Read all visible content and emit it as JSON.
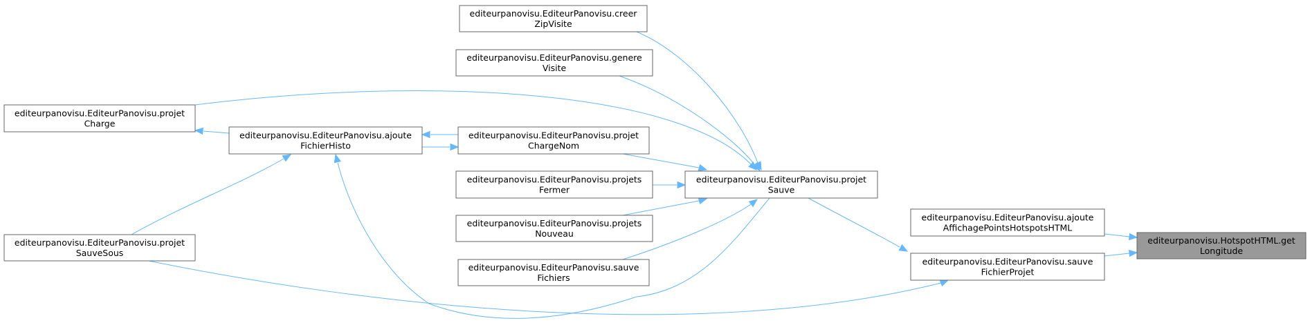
{
  "graph": {
    "nodes": [
      {
        "id": "getLongitude",
        "line1": "editeurpanovisu.HotspotHTML.get",
        "line2": "Longitude",
        "highlight": true
      },
      {
        "id": "ajouteAffichage",
        "line1": "editeurpanovisu.EditeurPanovisu.ajoute",
        "line2": "AffichagePointsHotspotsHTML",
        "highlight": false
      },
      {
        "id": "sauveFichierProjet",
        "line1": "editeurpanovisu.EditeurPanovisu.sauve",
        "line2": "FichierProjet",
        "highlight": false
      },
      {
        "id": "projetSauve",
        "line1": "editeurpanovisu.EditeurPanovisu.projet",
        "line2": "Sauve",
        "highlight": false
      },
      {
        "id": "creerZipVisite",
        "line1": "editeurpanovisu.EditeurPanovisu.creer",
        "line2": "ZipVisite",
        "highlight": false
      },
      {
        "id": "genereVisite",
        "line1": "editeurpanovisu.EditeurPanovisu.genere",
        "line2": "Visite",
        "highlight": false
      },
      {
        "id": "projetChargeNom",
        "line1": "editeurpanovisu.EditeurPanovisu.projet",
        "line2": "ChargeNom",
        "highlight": false
      },
      {
        "id": "projetsFermer",
        "line1": "editeurpanovisu.EditeurPanovisu.projets",
        "line2": "Fermer",
        "highlight": false
      },
      {
        "id": "projetsNouveau",
        "line1": "editeurpanovisu.EditeurPanovisu.projets",
        "line2": "Nouveau",
        "highlight": false
      },
      {
        "id": "sauveFichiers",
        "line1": "editeurpanovisu.EditeurPanovisu.sauve",
        "line2": "Fichiers",
        "highlight": false
      },
      {
        "id": "ajouteFichierHisto",
        "line1": "editeurpanovisu.EditeurPanovisu.ajoute",
        "line2": "FichierHisto",
        "highlight": false
      },
      {
        "id": "projetCharge",
        "line1": "editeurpanovisu.EditeurPanovisu.projet",
        "line2": "Charge",
        "highlight": false
      },
      {
        "id": "projetSauveSous",
        "line1": "editeurpanovisu.EditeurPanovisu.projet",
        "line2": "SauveSous",
        "highlight": false
      }
    ],
    "edges": [
      {
        "from": "ajouteAffichage",
        "to": "getLongitude"
      },
      {
        "from": "sauveFichierProjet",
        "to": "getLongitude"
      },
      {
        "from": "projetSauve",
        "to": "sauveFichierProjet"
      },
      {
        "from": "projetSauveSous",
        "to": "sauveFichierProjet"
      },
      {
        "from": "creerZipVisite",
        "to": "projetSauve"
      },
      {
        "from": "genereVisite",
        "to": "projetSauve"
      },
      {
        "from": "projetCharge",
        "to": "projetSauve"
      },
      {
        "from": "projetChargeNom",
        "to": "projetSauve"
      },
      {
        "from": "projetsFermer",
        "to": "projetSauve"
      },
      {
        "from": "projetsNouveau",
        "to": "projetSauve"
      },
      {
        "from": "sauveFichiers",
        "to": "projetSauve"
      },
      {
        "from": "projetSauve",
        "to": "ajouteFichierHisto"
      },
      {
        "from": "projetChargeNom",
        "to": "ajouteFichierHisto"
      },
      {
        "from": "ajouteFichierHisto",
        "to": "projetChargeNom"
      },
      {
        "from": "ajouteFichierHisto",
        "to": "projetCharge"
      },
      {
        "from": "projetSauveSous",
        "to": "ajouteFichierHisto"
      }
    ],
    "colors": {
      "edge": "#63b8ff",
      "node_border": "#666666",
      "highlight_fill": "#999999"
    }
  }
}
